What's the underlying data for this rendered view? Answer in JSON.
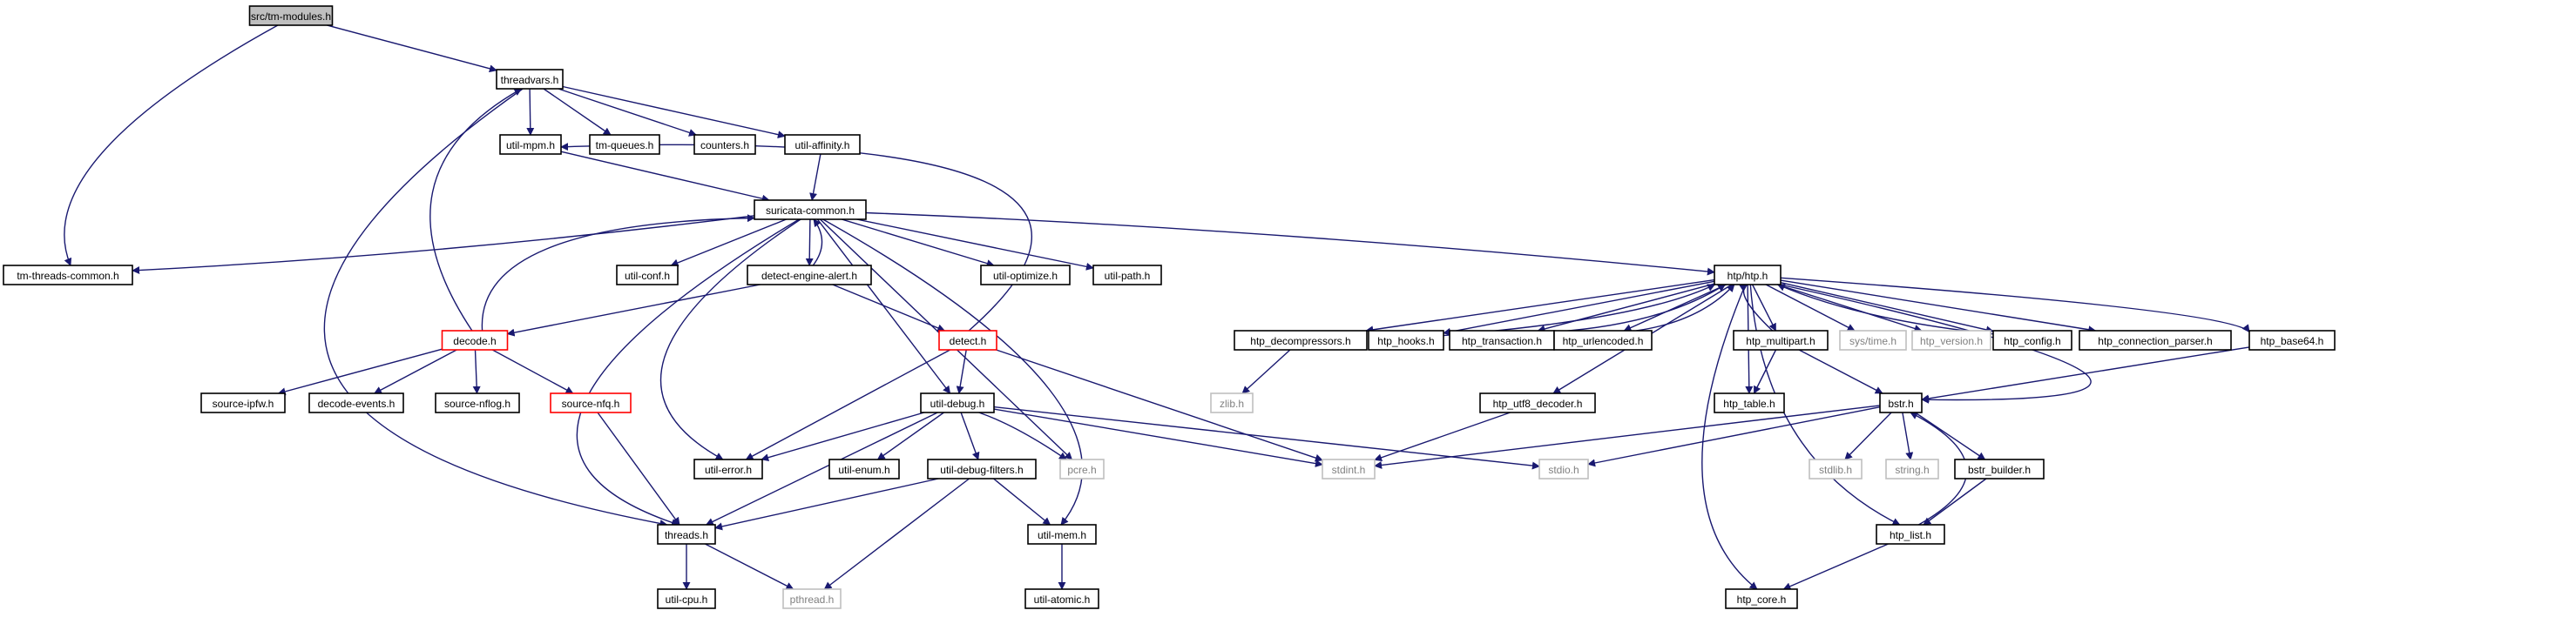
{
  "title": "src/tm-modules.h",
  "colors": {
    "edge": "#191970",
    "root_fill": "#bfbfbf",
    "node_border": "#000000",
    "truncated_border": "#ff0000",
    "system_border": "#bfbfbf",
    "system_text": "#808080"
  },
  "nodes": [
    {
      "id": "tm-modules",
      "label": "src/tm-modules.h",
      "kind": "root"
    },
    {
      "id": "threadvars",
      "label": "threadvars.h",
      "kind": "local"
    },
    {
      "id": "util-mpm",
      "label": "util-mpm.h",
      "kind": "local"
    },
    {
      "id": "tm-queues",
      "label": "tm-queues.h",
      "kind": "local"
    },
    {
      "id": "counters",
      "label": "counters.h",
      "kind": "local"
    },
    {
      "id": "util-affinity",
      "label": "util-affinity.h",
      "kind": "local"
    },
    {
      "id": "suricata-common",
      "label": "suricata-common.h",
      "kind": "local"
    },
    {
      "id": "tm-threads-common",
      "label": "tm-threads-common.h",
      "kind": "local"
    },
    {
      "id": "util-conf",
      "label": "util-conf.h",
      "kind": "local"
    },
    {
      "id": "detect-engine-alert",
      "label": "detect-engine-alert.h",
      "kind": "local"
    },
    {
      "id": "util-optimize",
      "label": "util-optimize.h",
      "kind": "local"
    },
    {
      "id": "util-path",
      "label": "util-path.h",
      "kind": "local"
    },
    {
      "id": "decode",
      "label": "decode.h",
      "kind": "truncated"
    },
    {
      "id": "detect",
      "label": "detect.h",
      "kind": "truncated"
    },
    {
      "id": "source-ipfw",
      "label": "source-ipfw.h",
      "kind": "local"
    },
    {
      "id": "decode-events",
      "label": "decode-events.h",
      "kind": "local"
    },
    {
      "id": "source-nflog",
      "label": "source-nflog.h",
      "kind": "local"
    },
    {
      "id": "source-nfq",
      "label": "source-nfq.h",
      "kind": "truncated"
    },
    {
      "id": "util-debug",
      "label": "util-debug.h",
      "kind": "local"
    },
    {
      "id": "util-error",
      "label": "util-error.h",
      "kind": "local"
    },
    {
      "id": "util-enum",
      "label": "util-enum.h",
      "kind": "local"
    },
    {
      "id": "util-debug-filters",
      "label": "util-debug-filters.h",
      "kind": "local"
    },
    {
      "id": "pcre",
      "label": "pcre.h",
      "kind": "system"
    },
    {
      "id": "threads",
      "label": "threads.h",
      "kind": "local"
    },
    {
      "id": "util-mem",
      "label": "util-mem.h",
      "kind": "local"
    },
    {
      "id": "util-cpu",
      "label": "util-cpu.h",
      "kind": "local"
    },
    {
      "id": "pthread",
      "label": "pthread.h",
      "kind": "system"
    },
    {
      "id": "util-atomic",
      "label": "util-atomic.h",
      "kind": "local"
    },
    {
      "id": "htp",
      "label": "htp/htp.h",
      "kind": "local"
    },
    {
      "id": "htp_decompressors",
      "label": "htp_decompressors.h",
      "kind": "local"
    },
    {
      "id": "htp_hooks",
      "label": "htp_hooks.h",
      "kind": "local"
    },
    {
      "id": "htp_transaction",
      "label": "htp_transaction.h",
      "kind": "local"
    },
    {
      "id": "htp_urlencoded",
      "label": "htp_urlencoded.h",
      "kind": "local"
    },
    {
      "id": "htp_multipart",
      "label": "htp_multipart.h",
      "kind": "local"
    },
    {
      "id": "sys-time",
      "label": "sys/time.h",
      "kind": "system"
    },
    {
      "id": "htp_version",
      "label": "htp_version.h",
      "kind": "system"
    },
    {
      "id": "htp_config",
      "label": "htp_config.h",
      "kind": "local"
    },
    {
      "id": "htp_connection_parser",
      "label": "htp_connection_parser.h",
      "kind": "local"
    },
    {
      "id": "htp_base64",
      "label": "htp_base64.h",
      "kind": "local"
    },
    {
      "id": "zlib",
      "label": "zlib.h",
      "kind": "system"
    },
    {
      "id": "htp_utf8_decoder",
      "label": "htp_utf8_decoder.h",
      "kind": "local"
    },
    {
      "id": "htp_table",
      "label": "htp_table.h",
      "kind": "local"
    },
    {
      "id": "bstr",
      "label": "bstr.h",
      "kind": "local"
    },
    {
      "id": "stdint",
      "label": "stdint.h",
      "kind": "system"
    },
    {
      "id": "stdio",
      "label": "stdio.h",
      "kind": "system"
    },
    {
      "id": "stdlib",
      "label": "stdlib.h",
      "kind": "system"
    },
    {
      "id": "string",
      "label": "string.h",
      "kind": "system"
    },
    {
      "id": "bstr_builder",
      "label": "bstr_builder.h",
      "kind": "local"
    },
    {
      "id": "htp_list",
      "label": "htp_list.h",
      "kind": "local"
    },
    {
      "id": "htp_core",
      "label": "htp_core.h",
      "kind": "local"
    }
  ],
  "edges": [
    [
      "tm-modules",
      "threadvars"
    ],
    [
      "tm-modules",
      "tm-threads-common"
    ],
    [
      "threadvars",
      "util-mpm"
    ],
    [
      "threadvars",
      "tm-queues"
    ],
    [
      "threadvars",
      "counters"
    ],
    [
      "threadvars",
      "util-affinity"
    ],
    [
      "threadvars",
      "threads"
    ],
    [
      "util-mpm",
      "suricata-common"
    ],
    [
      "util-affinity",
      "suricata-common"
    ],
    [
      "suricata-common",
      "tm-threads-common"
    ],
    [
      "suricata-common",
      "util-conf"
    ],
    [
      "suricata-common",
      "detect-engine-alert"
    ],
    [
      "suricata-common",
      "util-optimize"
    ],
    [
      "suricata-common",
      "util-path"
    ],
    [
      "suricata-common",
      "util-debug"
    ],
    [
      "suricata-common",
      "util-error"
    ],
    [
      "suricata-common",
      "pcre"
    ],
    [
      "suricata-common",
      "threads"
    ],
    [
      "suricata-common",
      "util-mem"
    ],
    [
      "suricata-common",
      "htp"
    ],
    [
      "detect-engine-alert",
      "suricata-common"
    ],
    [
      "detect-engine-alert",
      "decode"
    ],
    [
      "detect-engine-alert",
      "detect"
    ],
    [
      "decode",
      "threadvars"
    ],
    [
      "decode",
      "suricata-common"
    ],
    [
      "decode",
      "source-ipfw"
    ],
    [
      "decode",
      "decode-events"
    ],
    [
      "decode",
      "source-nflog"
    ],
    [
      "decode",
      "source-nfq"
    ],
    [
      "detect",
      "util-mpm"
    ],
    [
      "detect",
      "util-debug"
    ],
    [
      "detect",
      "util-error"
    ],
    [
      "detect",
      "stdint"
    ],
    [
      "source-nfq",
      "threads"
    ],
    [
      "util-debug",
      "util-error"
    ],
    [
      "util-debug",
      "util-enum"
    ],
    [
      "util-debug",
      "util-debug-filters"
    ],
    [
      "util-debug",
      "pcre"
    ],
    [
      "util-debug",
      "threads"
    ],
    [
      "util-debug",
      "stdint"
    ],
    [
      "util-debug",
      "stdio"
    ],
    [
      "util-debug-filters",
      "threads"
    ],
    [
      "util-debug-filters",
      "util-mem"
    ],
    [
      "util-debug-filters",
      "pthread"
    ],
    [
      "threads",
      "util-cpu"
    ],
    [
      "threads",
      "pthread"
    ],
    [
      "util-mem",
      "util-atomic"
    ],
    [
      "htp",
      "htp_decompressors"
    ],
    [
      "htp",
      "htp_hooks"
    ],
    [
      "htp",
      "htp_transaction"
    ],
    [
      "htp",
      "htp_urlencoded"
    ],
    [
      "htp",
      "htp_multipart"
    ],
    [
      "htp",
      "sys-time"
    ],
    [
      "htp",
      "htp_version"
    ],
    [
      "htp",
      "htp_config"
    ],
    [
      "htp",
      "htp_connection_parser"
    ],
    [
      "htp",
      "htp_base64"
    ],
    [
      "htp",
      "htp_utf8_decoder"
    ],
    [
      "htp",
      "htp_table"
    ],
    [
      "htp",
      "bstr"
    ],
    [
      "htp",
      "htp_list"
    ],
    [
      "htp",
      "htp_core"
    ],
    [
      "htp_hooks",
      "htp"
    ],
    [
      "htp_transaction",
      "htp"
    ],
    [
      "htp_urlencoded",
      "htp"
    ],
    [
      "htp_multipart",
      "htp"
    ],
    [
      "htp_config",
      "htp"
    ],
    [
      "htp_multipart",
      "htp_table"
    ],
    [
      "htp_multipart",
      "bstr"
    ],
    [
      "htp_decompressors",
      "zlib"
    ],
    [
      "htp_utf8_decoder",
      "stdint"
    ],
    [
      "htp_base64",
      "bstr"
    ],
    [
      "bstr",
      "stdint"
    ],
    [
      "bstr",
      "stdio"
    ],
    [
      "bstr",
      "stdlib"
    ],
    [
      "bstr",
      "string"
    ],
    [
      "bstr",
      "bstr_builder"
    ],
    [
      "bstr_builder",
      "htp_list"
    ],
    [
      "htp_list",
      "bstr"
    ],
    [
      "htp_list",
      "htp_core"
    ]
  ]
}
